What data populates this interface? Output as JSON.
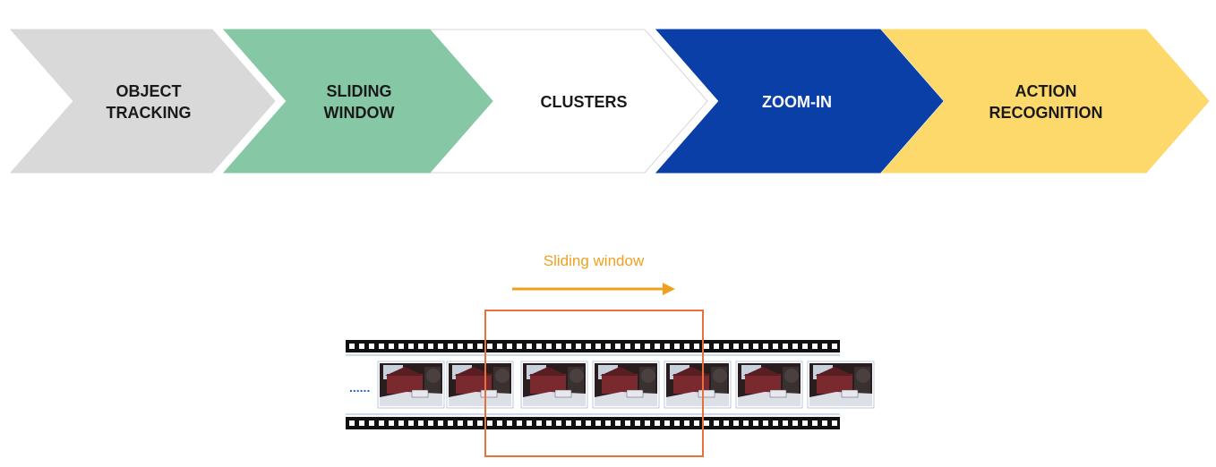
{
  "pipeline": {
    "steps": [
      {
        "lines": [
          "OBJECT",
          "TRACKING"
        ],
        "fill": "#d9d9d9",
        "text_color": "#1a1a1a"
      },
      {
        "lines": [
          "SLIDING",
          "WINDOW"
        ],
        "fill": "#86c8a6",
        "text_color": "#1a1a1a"
      },
      {
        "lines": [
          "CLUSTERS"
        ],
        "fill": "#ffffff",
        "text_color": "#1a1a1a"
      },
      {
        "lines": [
          "ZOOM-IN"
        ],
        "fill": "#0a3fa8",
        "text_color": "#ffffff"
      },
      {
        "lines": [
          "ACTION",
          "RECOGNITION"
        ],
        "fill": "#fcd96a",
        "text_color": "#1a1a1a"
      }
    ]
  },
  "sliding_window": {
    "label": "Sliding window",
    "accent_color": "#f0a020",
    "box_color": "#e8703a"
  },
  "filmstrip": {
    "frame_count": 7,
    "ellipsis_left": "......",
    "ellipsis_right": "....."
  }
}
